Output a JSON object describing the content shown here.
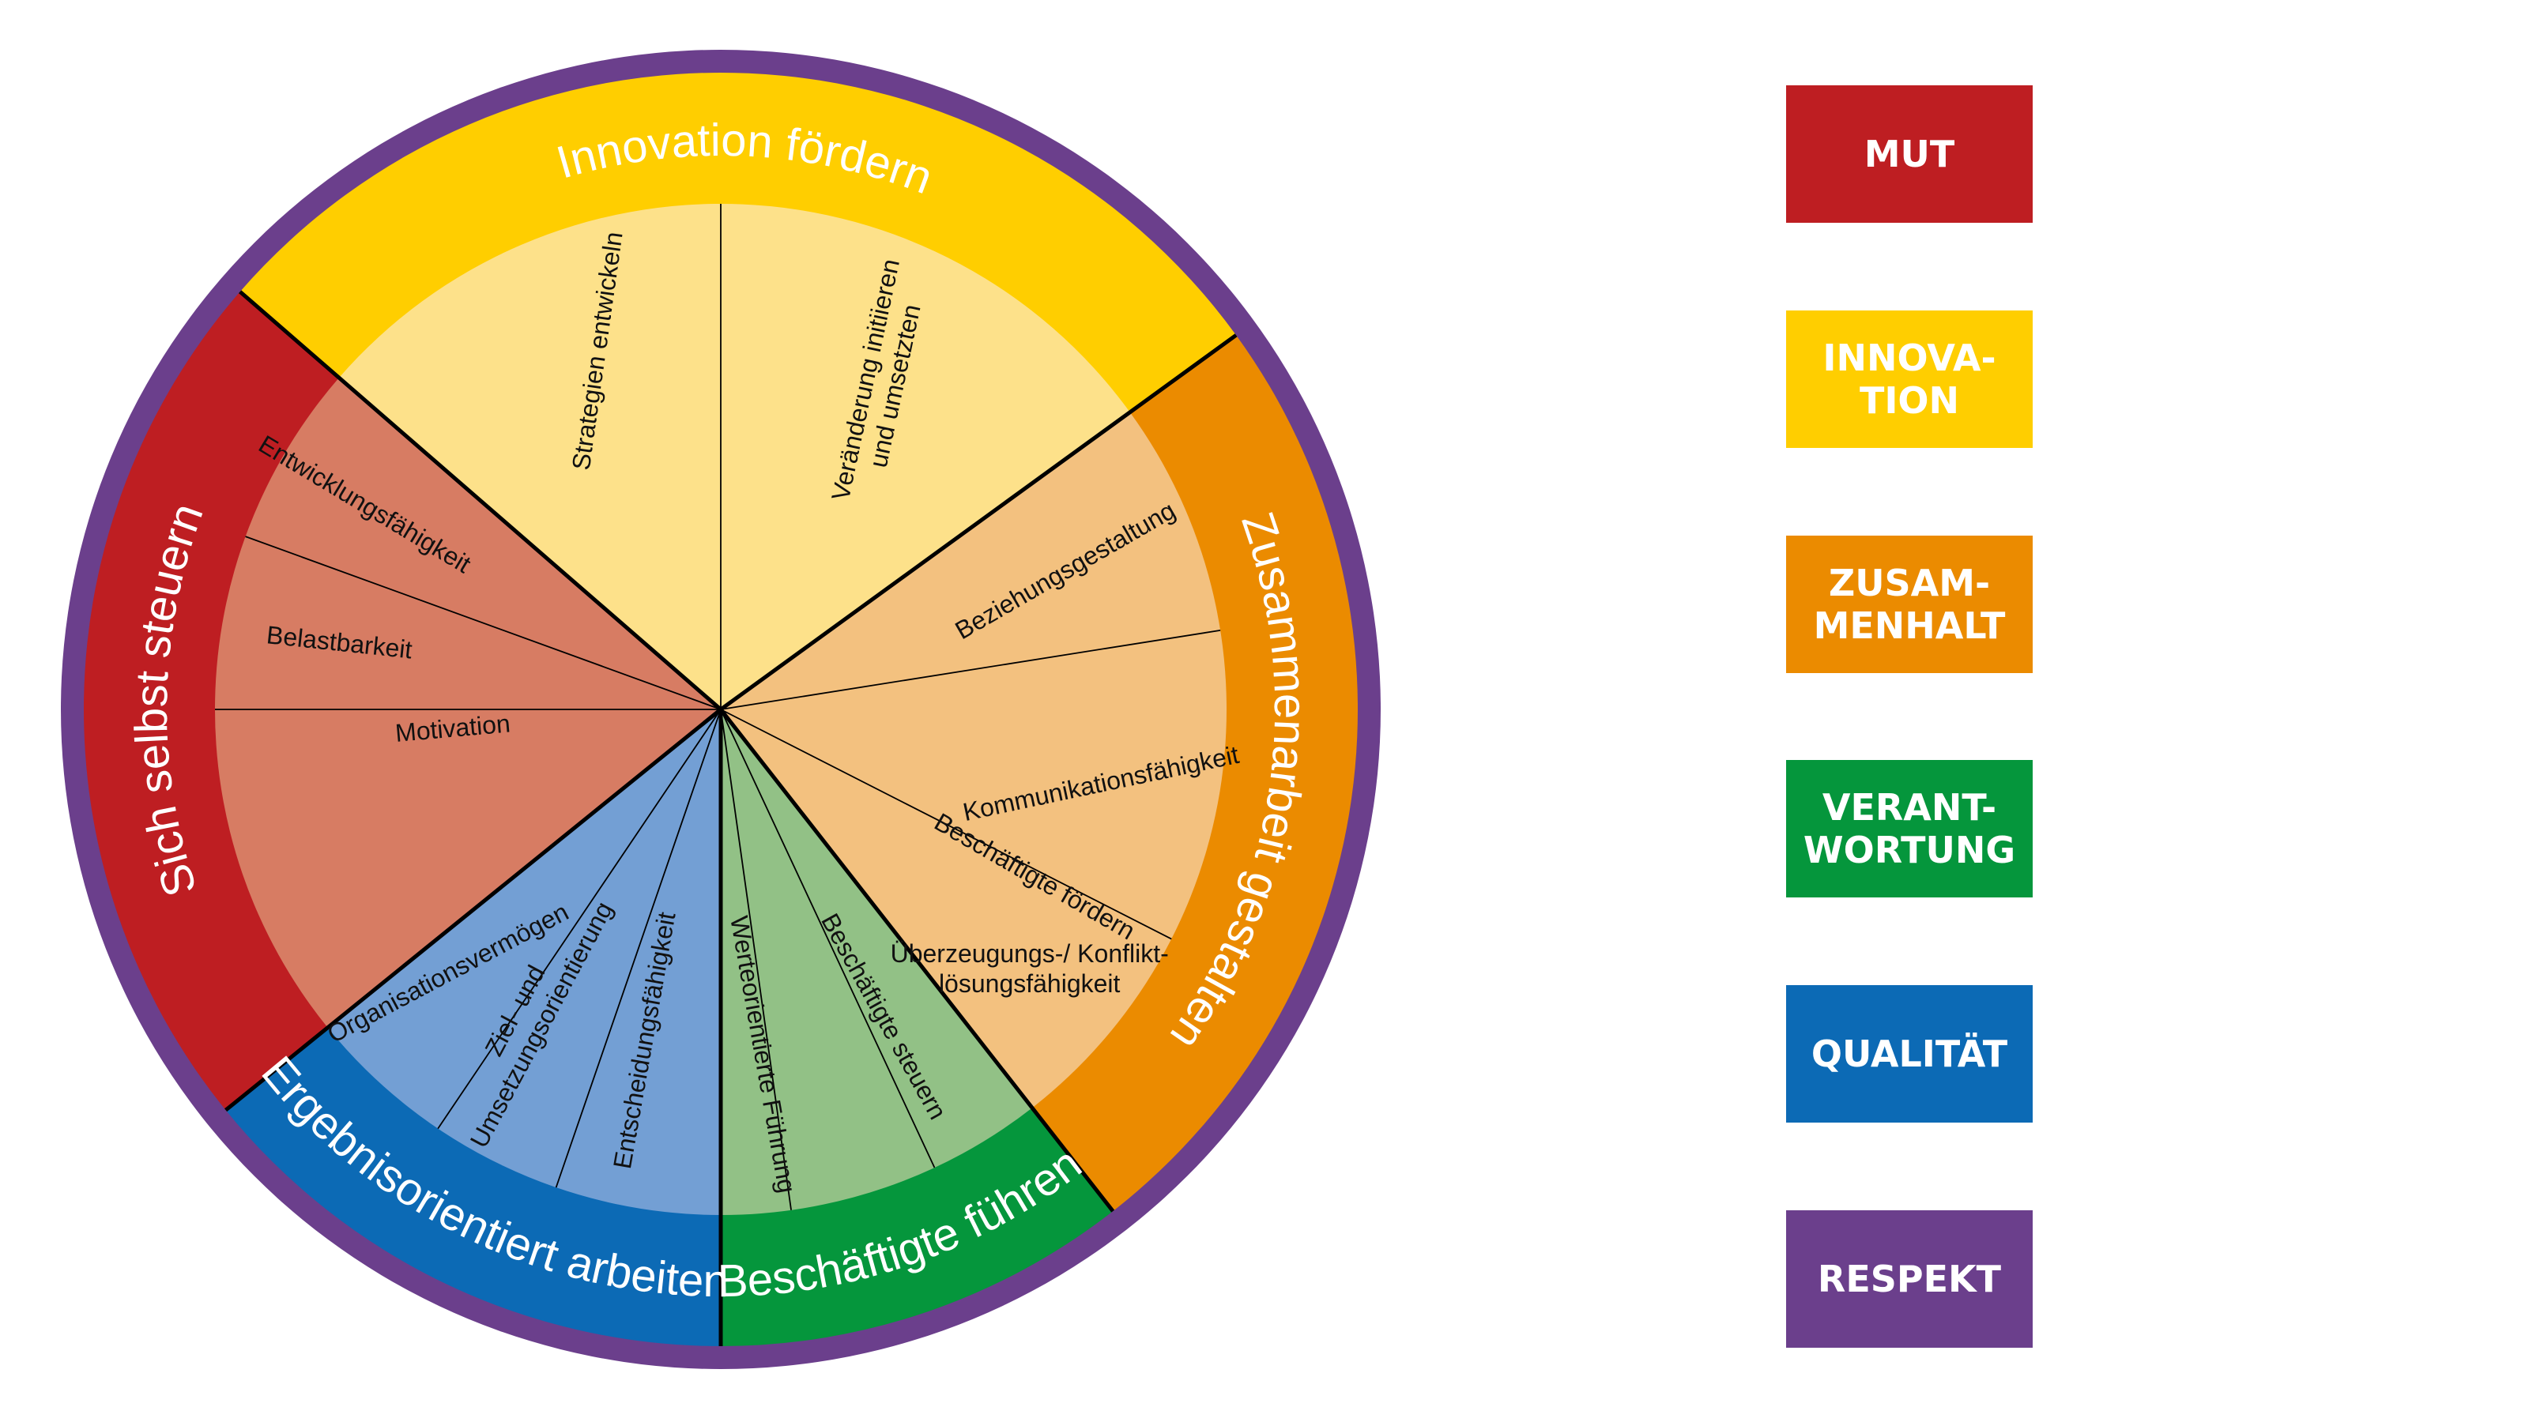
{
  "colors": {
    "ring": "#6B3F8C",
    "red": "#BE1E22",
    "red_light": "#D77C63",
    "yellow": "#FFCE00",
    "yellow_light": "#FDE18A",
    "orange": "#EB8B00",
    "orange_light": "#F3C17F",
    "green": "#05963C",
    "green_light": "#92C186",
    "blue": "#0C6AB5",
    "blue_light": "#739FD4"
  },
  "competency_groups": [
    {
      "name": "Innovation fördern",
      "color": "#FFCE00",
      "light": "#FDE18A",
      "text": "#ffffff",
      "items": [
        "Strategien entwickeln",
        "Veränderung initiieren\nund umsetzten"
      ]
    },
    {
      "name": "Zusammenarbeit gestalten",
      "color": "#EB8B00",
      "light": "#F3C17F",
      "text": "#ffffff",
      "items": [
        "Beziehungsgestaltung",
        "Kommunikationsfähigkeit",
        "Überzeugungs-/ Konflikt-\nlösungsfähigkeit"
      ]
    },
    {
      "name": "Beschäftigte führen",
      "color": "#05963C",
      "light": "#92C186",
      "text": "#ffffff",
      "items": [
        "Beschäftigte fördern",
        "Beschäftigte steuern",
        "Werteorientierte Führung"
      ]
    },
    {
      "name": "Ergebnisorientiert arbeiten",
      "color": "#0C6AB5",
      "light": "#739FD4",
      "text": "#ffffff",
      "items": [
        "Entscheidungsfähigkeit",
        "Ziel- und\nUmsetzungsorientierung",
        "Organisationsvermögen"
      ]
    },
    {
      "name": "Sich selbst steuern",
      "color": "#BE1E22",
      "light": "#D77C63",
      "text": "#ffffff",
      "items": [
        "Motivation",
        "Belastbarkeit",
        "Entwicklungsfähigkeit"
      ]
    }
  ],
  "legend": [
    {
      "label": "MUT",
      "color": "#BE1E22"
    },
    {
      "label": "INNOVA-\nTION",
      "color": "#FFCE00"
    },
    {
      "label": "ZUSAM-\nMENHALT",
      "color": "#EB8B00"
    },
    {
      "label": "VERANT-\nWORTUNG",
      "color": "#05963C"
    },
    {
      "label": "QUALITÄT",
      "color": "#0C6AB5"
    },
    {
      "label": "RESPEKT",
      "color": "#6B3F8C"
    }
  ]
}
